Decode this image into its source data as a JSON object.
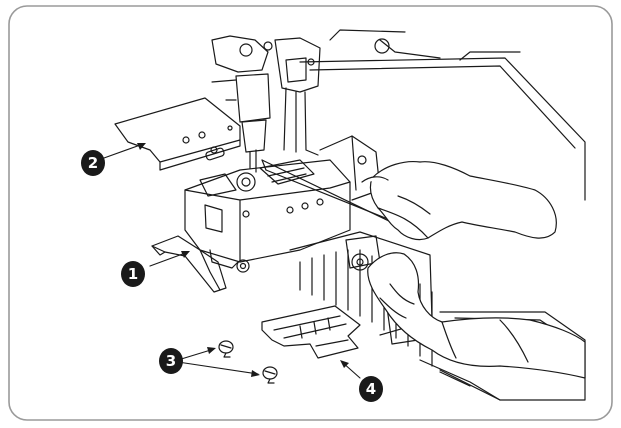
{
  "figure": {
    "frame_color": "#9a9a9a",
    "line_color": "#1a1a1a",
    "hand_fill": "#ffffff",
    "callouts": [
      {
        "id": "1",
        "label": "1"
      },
      {
        "id": "2",
        "label": "2"
      },
      {
        "id": "3",
        "label": "3"
      },
      {
        "id": "4",
        "label": "4"
      }
    ]
  }
}
